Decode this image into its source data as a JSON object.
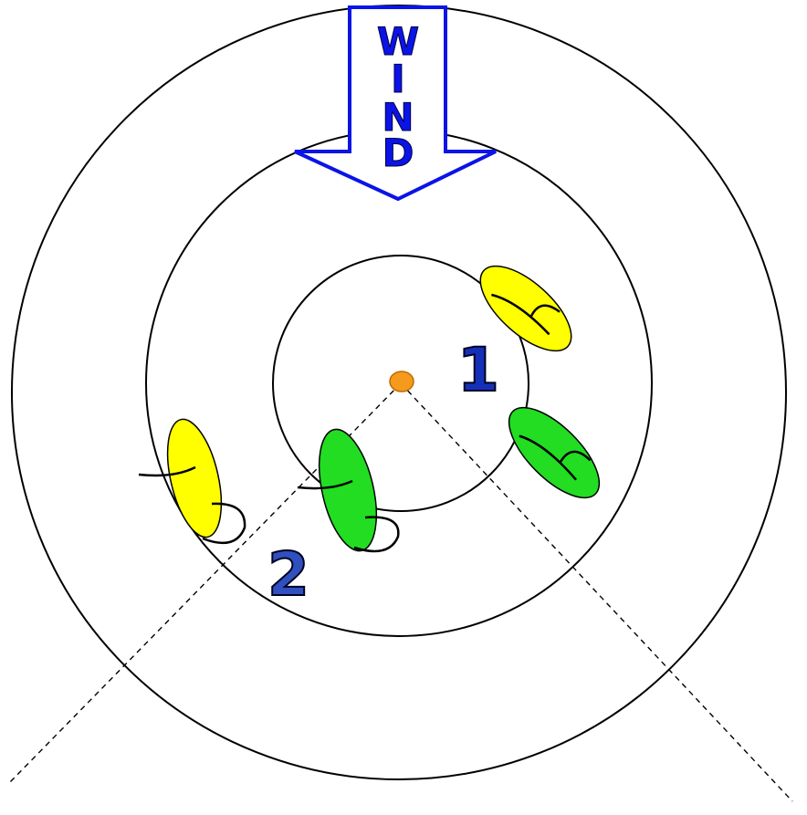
{
  "wind": {
    "letters": [
      "W",
      "I",
      "N",
      "D"
    ],
    "color": "#0a14e6"
  },
  "positions": {
    "first": "1",
    "second": "2",
    "color": "#1530b8"
  },
  "boats": {
    "colors": {
      "yellow": "#ffff00",
      "green": "#22dd22"
    }
  },
  "mark": {
    "color": "#f59a1c"
  }
}
